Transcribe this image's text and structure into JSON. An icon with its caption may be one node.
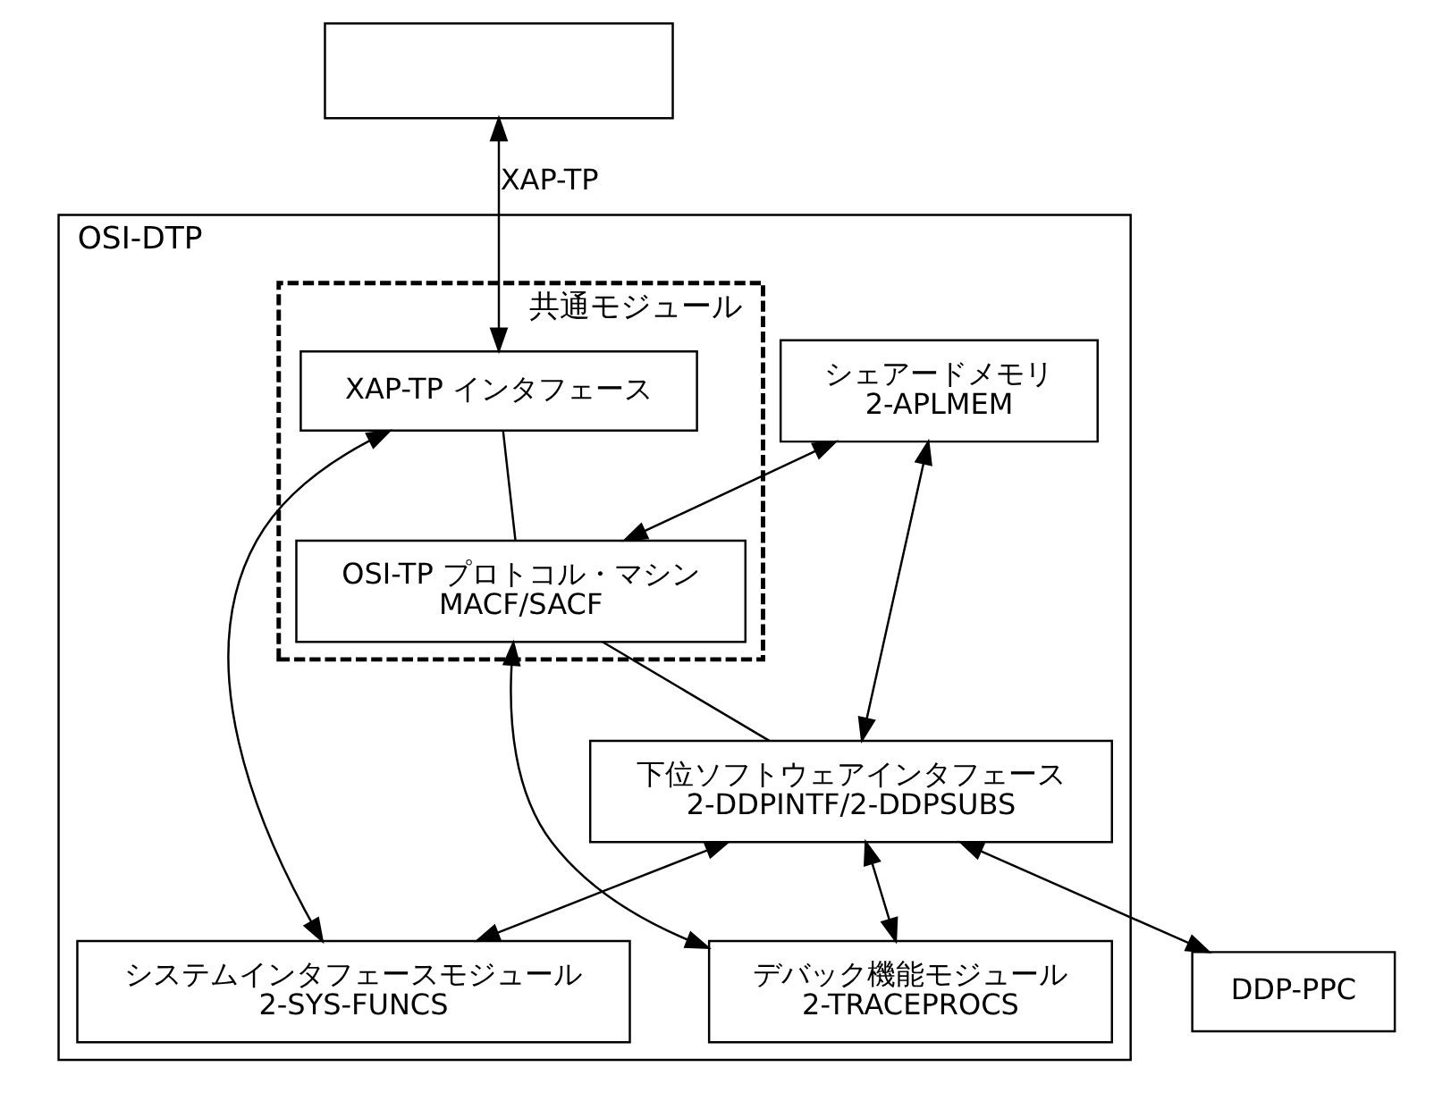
{
  "diagram": {
    "nodes": [
      {
        "text": [],
        "shape": "box"
      },
      {
        "text": [
          "OSI-DTP"
        ]
      },
      {
        "text": [
          "共通モジュール"
        ],
        "in": 1
      },
      {
        "text": [
          "XAP-TP インタフェース"
        ],
        "in": 2
      },
      {
        "text": [
          "シェアードメモリ",
          "2-APLMEM"
        ],
        "in": 1
      },
      {
        "text": [
          "システムインタフェースモジュール",
          "2-SYS-FUNCS"
        ],
        "in": 1
      },
      {
        "text": [
          "OSI-TP プロトコル・マシン",
          "MACF/SACF"
        ],
        "in": 2
      },
      {
        "text": [
          "デバック機能モジュール",
          "2-TRACEPROCS"
        ],
        "in": 1
      },
      {
        "text": [
          "下位ソフトウェアインタフェース",
          "2-DDPINTF/2-DDPSUBS"
        ],
        "in": 1
      },
      {
        "text": [
          "DDP-PPC"
        ]
      }
    ],
    "edges": [
      {
        "from": 0,
        "to": 3,
        "arrow": "both",
        "label": "XAP-TP"
      },
      {
        "from": 3,
        "to": 5,
        "arrow": "both"
      },
      {
        "from": 3,
        "to": 6,
        "arrow": "none"
      },
      {
        "from": 4,
        "to": 6,
        "arrow": "both"
      },
      {
        "from": 6,
        "to": 8,
        "arrow": "none"
      },
      {
        "from": 6,
        "to": 7,
        "arrow": "both"
      },
      {
        "from": 8,
        "to": 5,
        "arrow": "both"
      },
      {
        "from": 4,
        "to": 8,
        "arrow": "both"
      },
      {
        "from": 8,
        "to": 7,
        "arrow": "both"
      },
      {
        "from": 8,
        "to": 9,
        "arrow": "both"
      }
    ]
  }
}
